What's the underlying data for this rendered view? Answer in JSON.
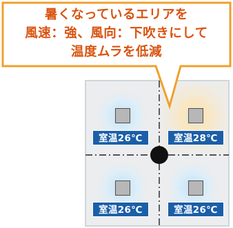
{
  "callout": {
    "lines": [
      "暑くなっているエリアを",
      "風速：強、風向：下吹きにして",
      "温度ムラを低減"
    ]
  },
  "zones": [
    {
      "label": "室温26℃",
      "state": "normal"
    },
    {
      "label": "室温28℃",
      "state": "hot"
    },
    {
      "label": "室温26℃",
      "state": "normal"
    },
    {
      "label": "室温26℃",
      "state": "normal"
    }
  ],
  "colors": {
    "callout_border": "#f0a02e",
    "callout_text": "#d9530f",
    "room_fill": "#ecedee",
    "room_border": "#cfd5db",
    "cool_airflow": "#cde6f7",
    "hot_airflow": "#fbe3b2",
    "label_bg": "#1b5fa8",
    "center_dot": "#111111"
  }
}
